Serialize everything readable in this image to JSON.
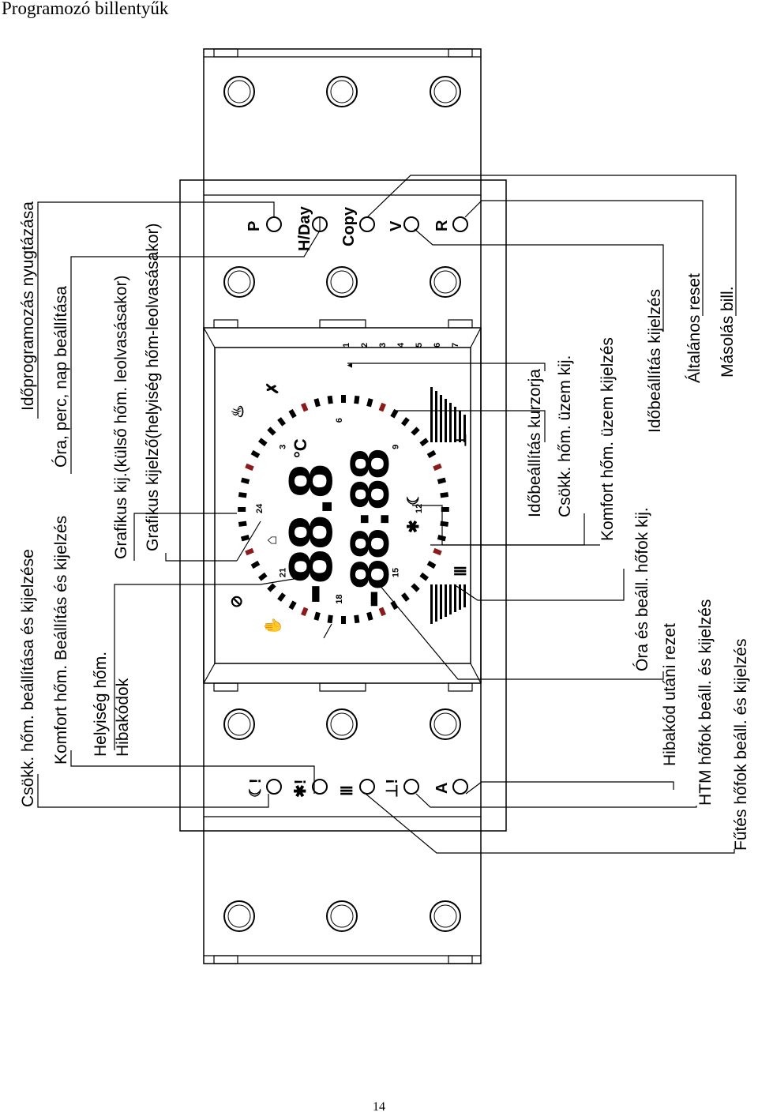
{
  "page": {
    "title": "Programozó billentyűk",
    "number": "14"
  },
  "keys_top": {
    "p": "P",
    "hday": "H/Day",
    "copy": "Copy",
    "v": "V",
    "r": "R"
  },
  "keys_bottom": {
    "a": "A"
  },
  "display": {
    "temp_digits": "-88.8",
    "temp_unit": "°C",
    "time_digits": "-88:88",
    "day_numbers": [
      "1",
      "2",
      "3",
      "4",
      "5",
      "6",
      "7"
    ],
    "dial_hours": [
      "24",
      "3",
      "6",
      "9",
      "12",
      "15",
      "18",
      "21"
    ]
  },
  "labels_left": {
    "idoprogramozas": "Időprogramozás nyugtázása",
    "ora_perc": "Óra, perc, nap beállítása",
    "grafikus_kulso": "Grafikus kij.(külső hőm. leolvasásakor)",
    "grafikus_helyiseg": "Grafikus kijelző(helyiség hőm-leolvasásakor)",
    "csokk_beallitas": "Csökk. hőm. beállítása és kijelzése",
    "komfort_beallitas": "Komfort hőm. Beállítás és kijelzés",
    "helyiseg_hom": "Helyiség hőm.",
    "hibakodok": "Hibakódok"
  },
  "labels_right": {
    "idobeallitas_kurzor": "Időbeállítás kurzorja",
    "csokk_uzem": "Csökk. hőm. üzem kij.",
    "komfort_uzem": "Komfort hőm. üzem kijelzés",
    "idobeallitas_kijelzes": "Időbeállítás kijelzés",
    "altalanos_reset": "Általános reset",
    "masolas": "Másolás bill.",
    "hofok_kij": "Óra és beáll. hőfok kij.",
    "hibakod_reset": "Hibakód utáni rezet",
    "htm": "HTM hőfok beáll. és kijelzés",
    "futes": "Fűtés hőfok beáll. és kijelzés"
  }
}
